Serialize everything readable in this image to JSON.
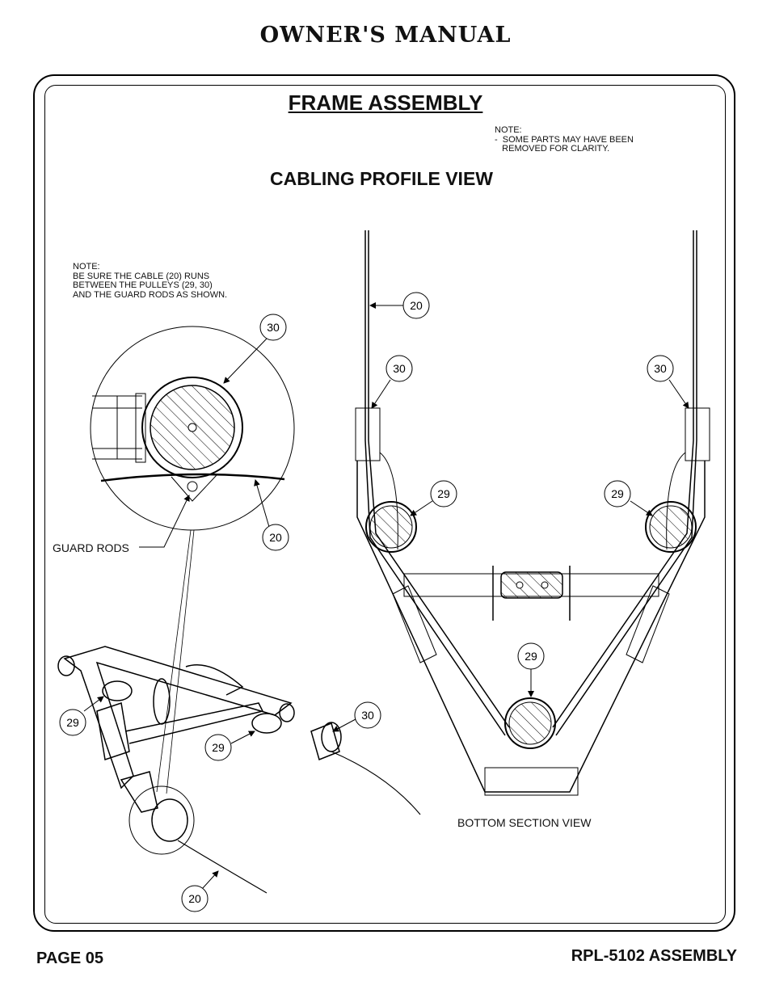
{
  "header": {
    "title": "OWNER'S MANUAL"
  },
  "section": {
    "title": "FRAME ASSEMBLY",
    "subtitle": "CABLING PROFILE VIEW"
  },
  "notes": {
    "top_right": "NOTE:\n-  SOME PARTS MAY HAVE BEEN\n   REMOVED FOR CLARITY.",
    "left": "NOTE:\nBE SURE THE CABLE (20) RUNS\nBETWEEN THE PULLEYS (29, 30)\nAND THE GUARD RODS AS SHOWN."
  },
  "labels": {
    "guard_rods": "GUARD RODS",
    "bottom_section_view": "BOTTOM SECTION VIEW"
  },
  "callouts": {
    "cable_20": "20",
    "pulley_29": "29",
    "pulley_30": "30"
  },
  "footer": {
    "page": "PAGE 05",
    "doc": "RPL-5102 ASSEMBLY"
  }
}
